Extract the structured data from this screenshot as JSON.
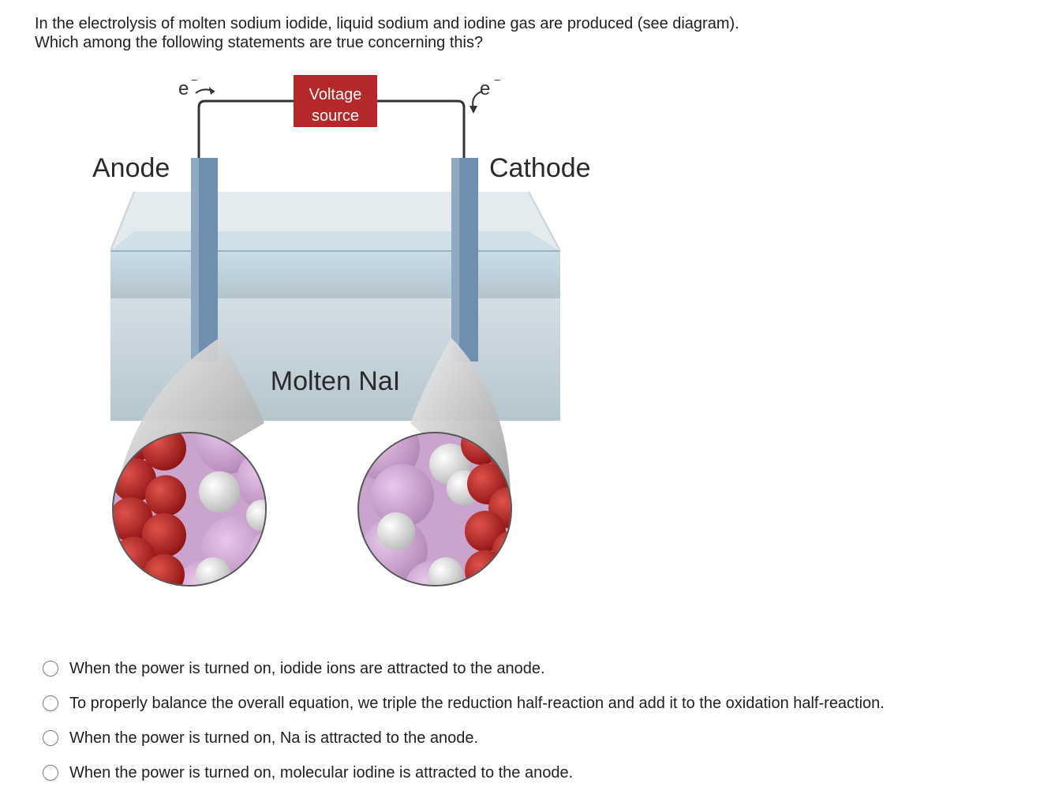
{
  "question": {
    "line1": "In the electrolysis of molten sodium iodide, liquid sodium and iodine gas are produced (see diagram).",
    "line2": "Which among the following statements are true concerning this?"
  },
  "diagram": {
    "voltage_label_1": "Voltage",
    "voltage_label_2": "source",
    "electron_left": "e",
    "electron_right": "e",
    "electron_charge": "−",
    "anode_label": "Anode",
    "cathode_label": "Cathode",
    "electrolyte_label": "Molten NaI",
    "colors": {
      "voltage_box": "#b5282a",
      "electrode": "#6f8fae",
      "sodium": "#b3201f",
      "iodide": "#c8a0cc",
      "white_atom": "#e6e6e6"
    }
  },
  "options": [
    {
      "label": "When the power is turned on, iodide ions are attracted to the anode."
    },
    {
      "label": "To properly balance the overall equation, we triple the reduction half-reaction and add it to the oxidation half-reaction."
    },
    {
      "label": "When the power is turned on, Na is attracted to the anode."
    },
    {
      "label": "When the power is turned on, molecular iodine is attracted to the anode."
    }
  ]
}
